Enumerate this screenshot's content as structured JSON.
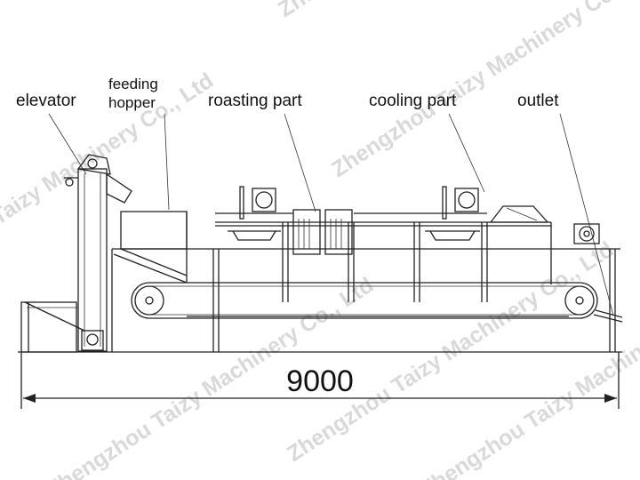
{
  "labels": {
    "elevator": "elevator",
    "feeding_hopper_line1": "feeding",
    "feeding_hopper_line2": "hopper",
    "roasting_part": "roasting part",
    "cooling_part": "cooling part",
    "outlet": "outlet"
  },
  "dimension": {
    "overall_length": "9000"
  },
  "watermark": {
    "text": "Zhengzhou Taizy Machinery Co., Ltd"
  }
}
